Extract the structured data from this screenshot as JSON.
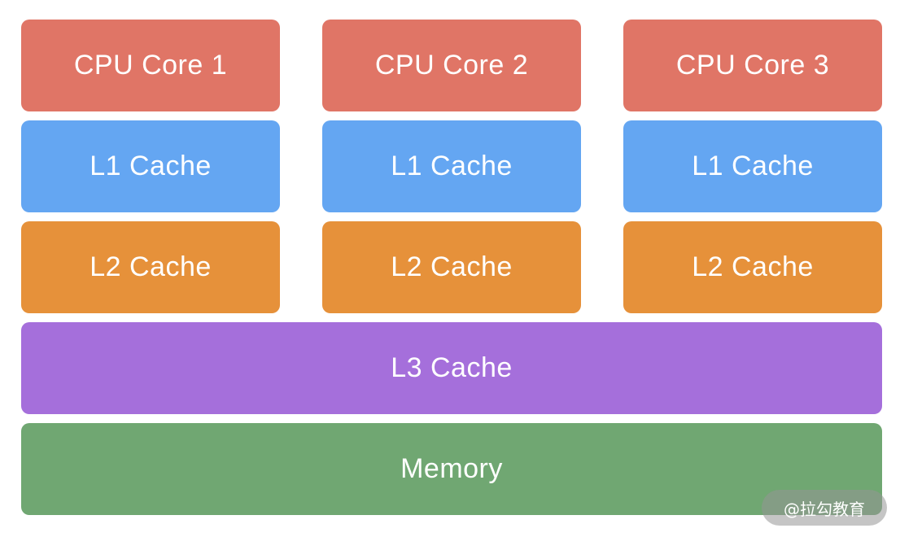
{
  "diagram": {
    "cores": [
      {
        "core": "CPU Core 1",
        "l1": "L1 Cache",
        "l2": "L2 Cache"
      },
      {
        "core": "CPU Core 2",
        "l1": "L1 Cache",
        "l2": "L2 Cache"
      },
      {
        "core": "CPU Core 3",
        "l1": "L1 Cache",
        "l2": "L2 Cache"
      }
    ],
    "shared": {
      "l3": "L3 Cache",
      "memory": "Memory"
    }
  },
  "watermark": "@拉勾教育",
  "colors": {
    "core": "#E07566",
    "l1": "#64A6F2",
    "l2": "#E6913A",
    "l3": "#A56FDB",
    "memory": "#70A772"
  }
}
